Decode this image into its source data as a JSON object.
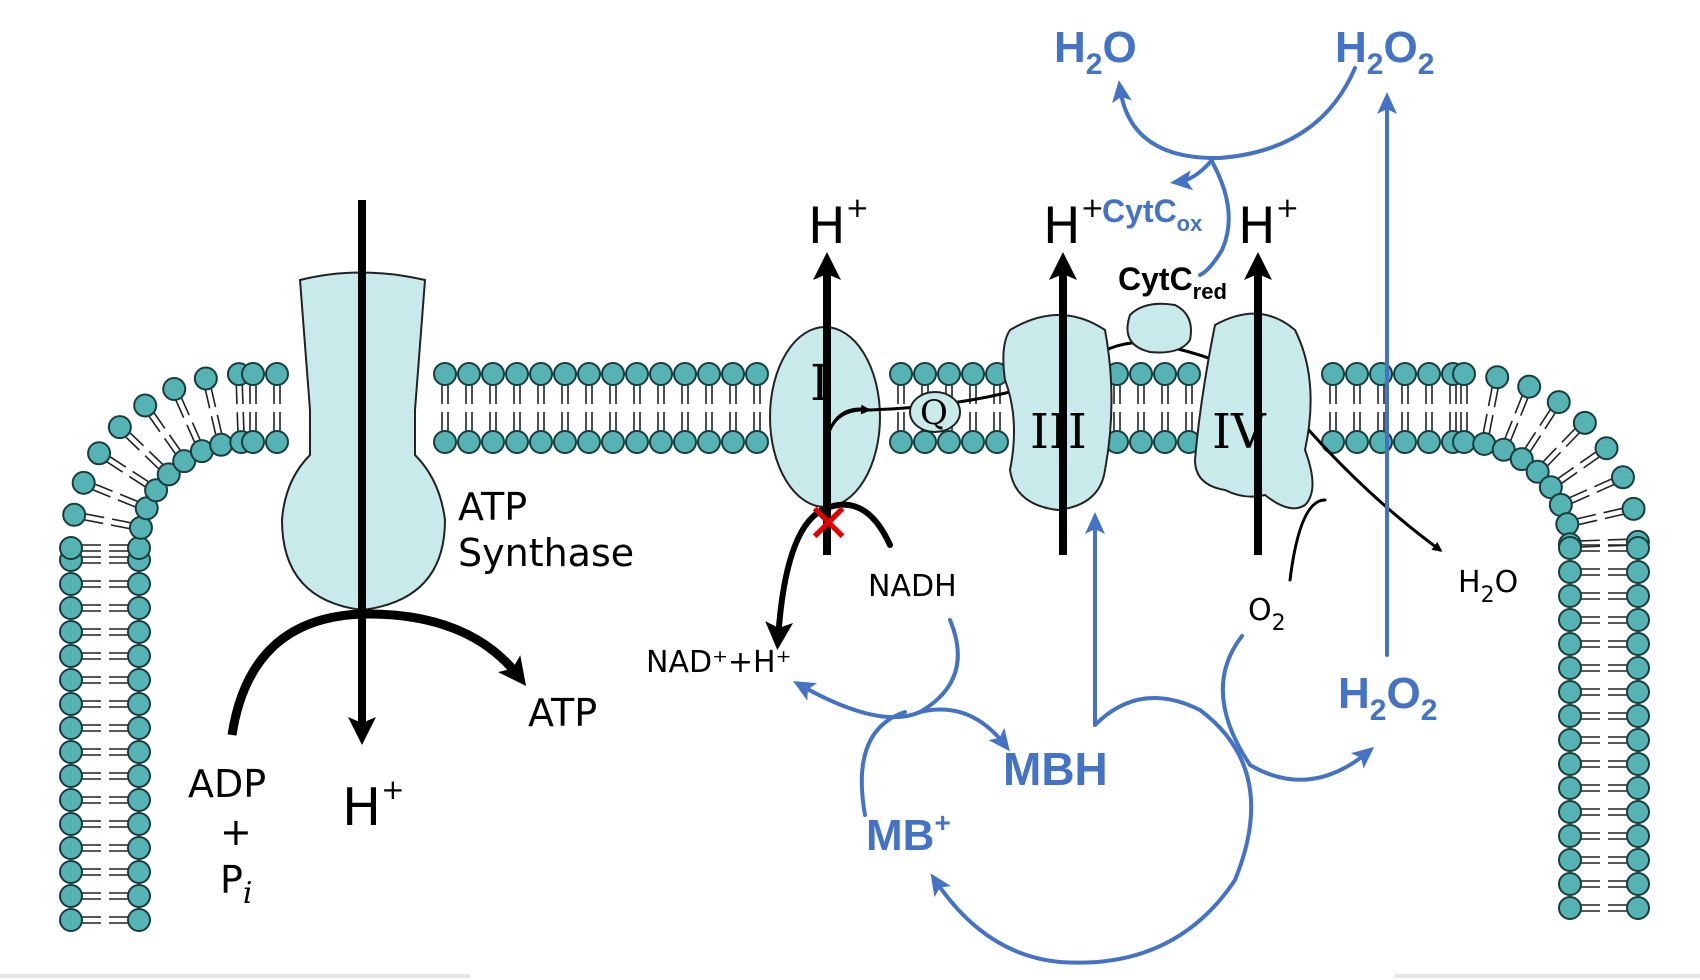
{
  "labels": {
    "atp_synthase_line1": "ATP",
    "atp_synthase_line2": "Synthase",
    "atp": "ATP",
    "adp": "ADP",
    "plus": "+",
    "pi_p": "P",
    "pi_i": "i",
    "h_plus_main": "H",
    "h_plus_sup": "+",
    "complex_i": "I",
    "complex_iii": "III",
    "complex_iv": "IV",
    "quinone": "Q",
    "nadh": "NADH",
    "nad_plus_h": "NAD⁺+H⁺",
    "o2_main": "O",
    "o2_sub": "2",
    "h2o_right_main": "H",
    "h2o_right_sub": "2",
    "h2o_right_o": "O",
    "cytc_ox_main": "CytC",
    "cytc_ox_sub": "ox",
    "cytc_red_main": "CytC",
    "cytc_red_sub": "red",
    "h2o_top_h": "H",
    "h2o_top_sub": "2",
    "h2o_top_o": "O",
    "h2o2_top_h": "H",
    "h2o2_top_sub1": "2",
    "h2o2_top_o": "O",
    "h2o2_top_sub2": "2",
    "h2o2_right_h": "H",
    "h2o2_right_sub1": "2",
    "h2o2_right_o": "O",
    "h2o2_right_sub2": "2",
    "mbh": "MBH",
    "mb_plus_main": "MB",
    "mb_plus_sup": "+",
    "block_mark": "✕"
  },
  "colors": {
    "membrane_head": "#56b3b3",
    "protein_fill": "#c9eaea",
    "methylene_blue_path": "#4472c4",
    "block_mark": "#e00000"
  }
}
